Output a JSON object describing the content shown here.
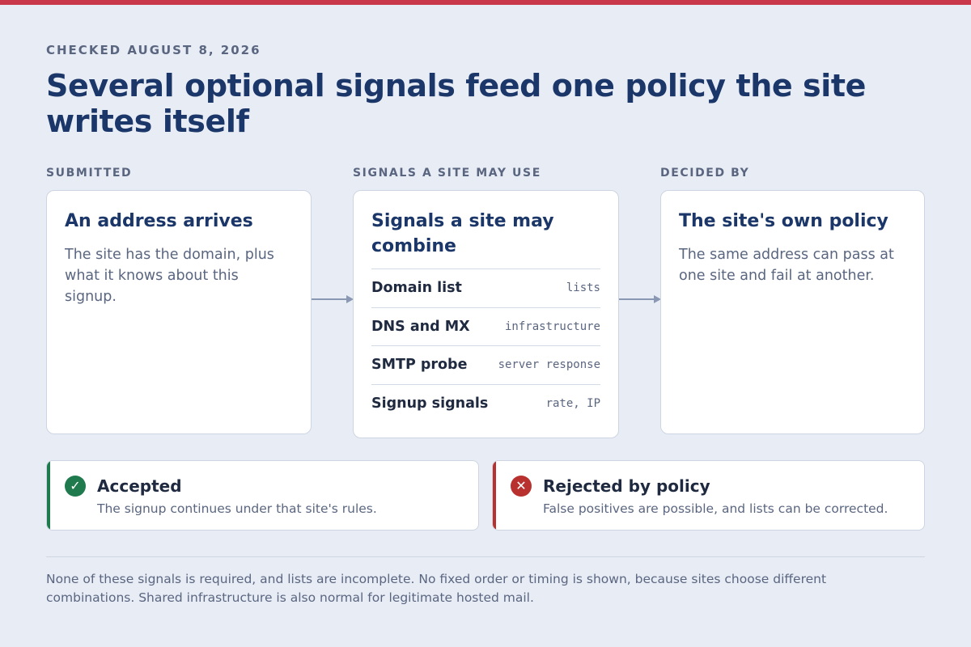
{
  "header": {
    "kicker": "CHECKED AUGUST 8, 2026",
    "title": "Several optional signals feed one policy the site writes itself"
  },
  "columns": {
    "submitted": {
      "label": "SUBMITTED",
      "title": "An address arrives",
      "body": "The site has the domain, plus what it knows about this signup."
    },
    "signals": {
      "label": "SIGNALS A SITE MAY USE",
      "title": "Signals a site may combine",
      "items": [
        {
          "name": "Domain list",
          "tag": "lists"
        },
        {
          "name": "DNS and MX",
          "tag": "infrastructure"
        },
        {
          "name": "SMTP probe",
          "tag": "server response"
        },
        {
          "name": "Signup signals",
          "tag": "rate, IP"
        }
      ]
    },
    "decided": {
      "label": "DECIDED BY",
      "title": "The site's own policy",
      "body": "The same address can pass at one site and fail at another."
    }
  },
  "outcomes": {
    "accepted": {
      "icon": "check-icon",
      "title": "Accepted",
      "body": "The signup continues under that site's rules.",
      "color": "#1f7a4d"
    },
    "rejected": {
      "icon": "x-icon",
      "title": "Rejected by policy",
      "body": "False positives are possible, and lists can be corrected.",
      "color": "#b8312f"
    }
  },
  "footer": {
    "note": "None of these signals is required, and lists are incomplete. No fixed order or timing is shown, because sites choose different combinations. Shared infrastructure is also normal for legitimate hosted mail."
  },
  "colors": {
    "accent_bar": "#c8384a",
    "title": "#1b3668",
    "background": "#e8ecf5",
    "arrow": "#8a98b4"
  }
}
